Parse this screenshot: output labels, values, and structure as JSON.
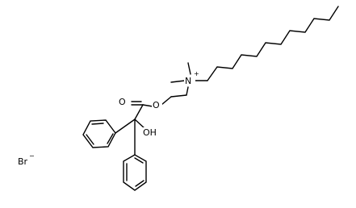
{
  "molecule": {
    "atoms": {
      "ester_oxygen_carbonyl": "O",
      "ester_oxygen_link": "O",
      "hydroxyl": "OH",
      "quaternary_nitrogen": "N",
      "nitrogen_charge": "+",
      "bromide": "Br",
      "bromide_charge": "−"
    }
  }
}
